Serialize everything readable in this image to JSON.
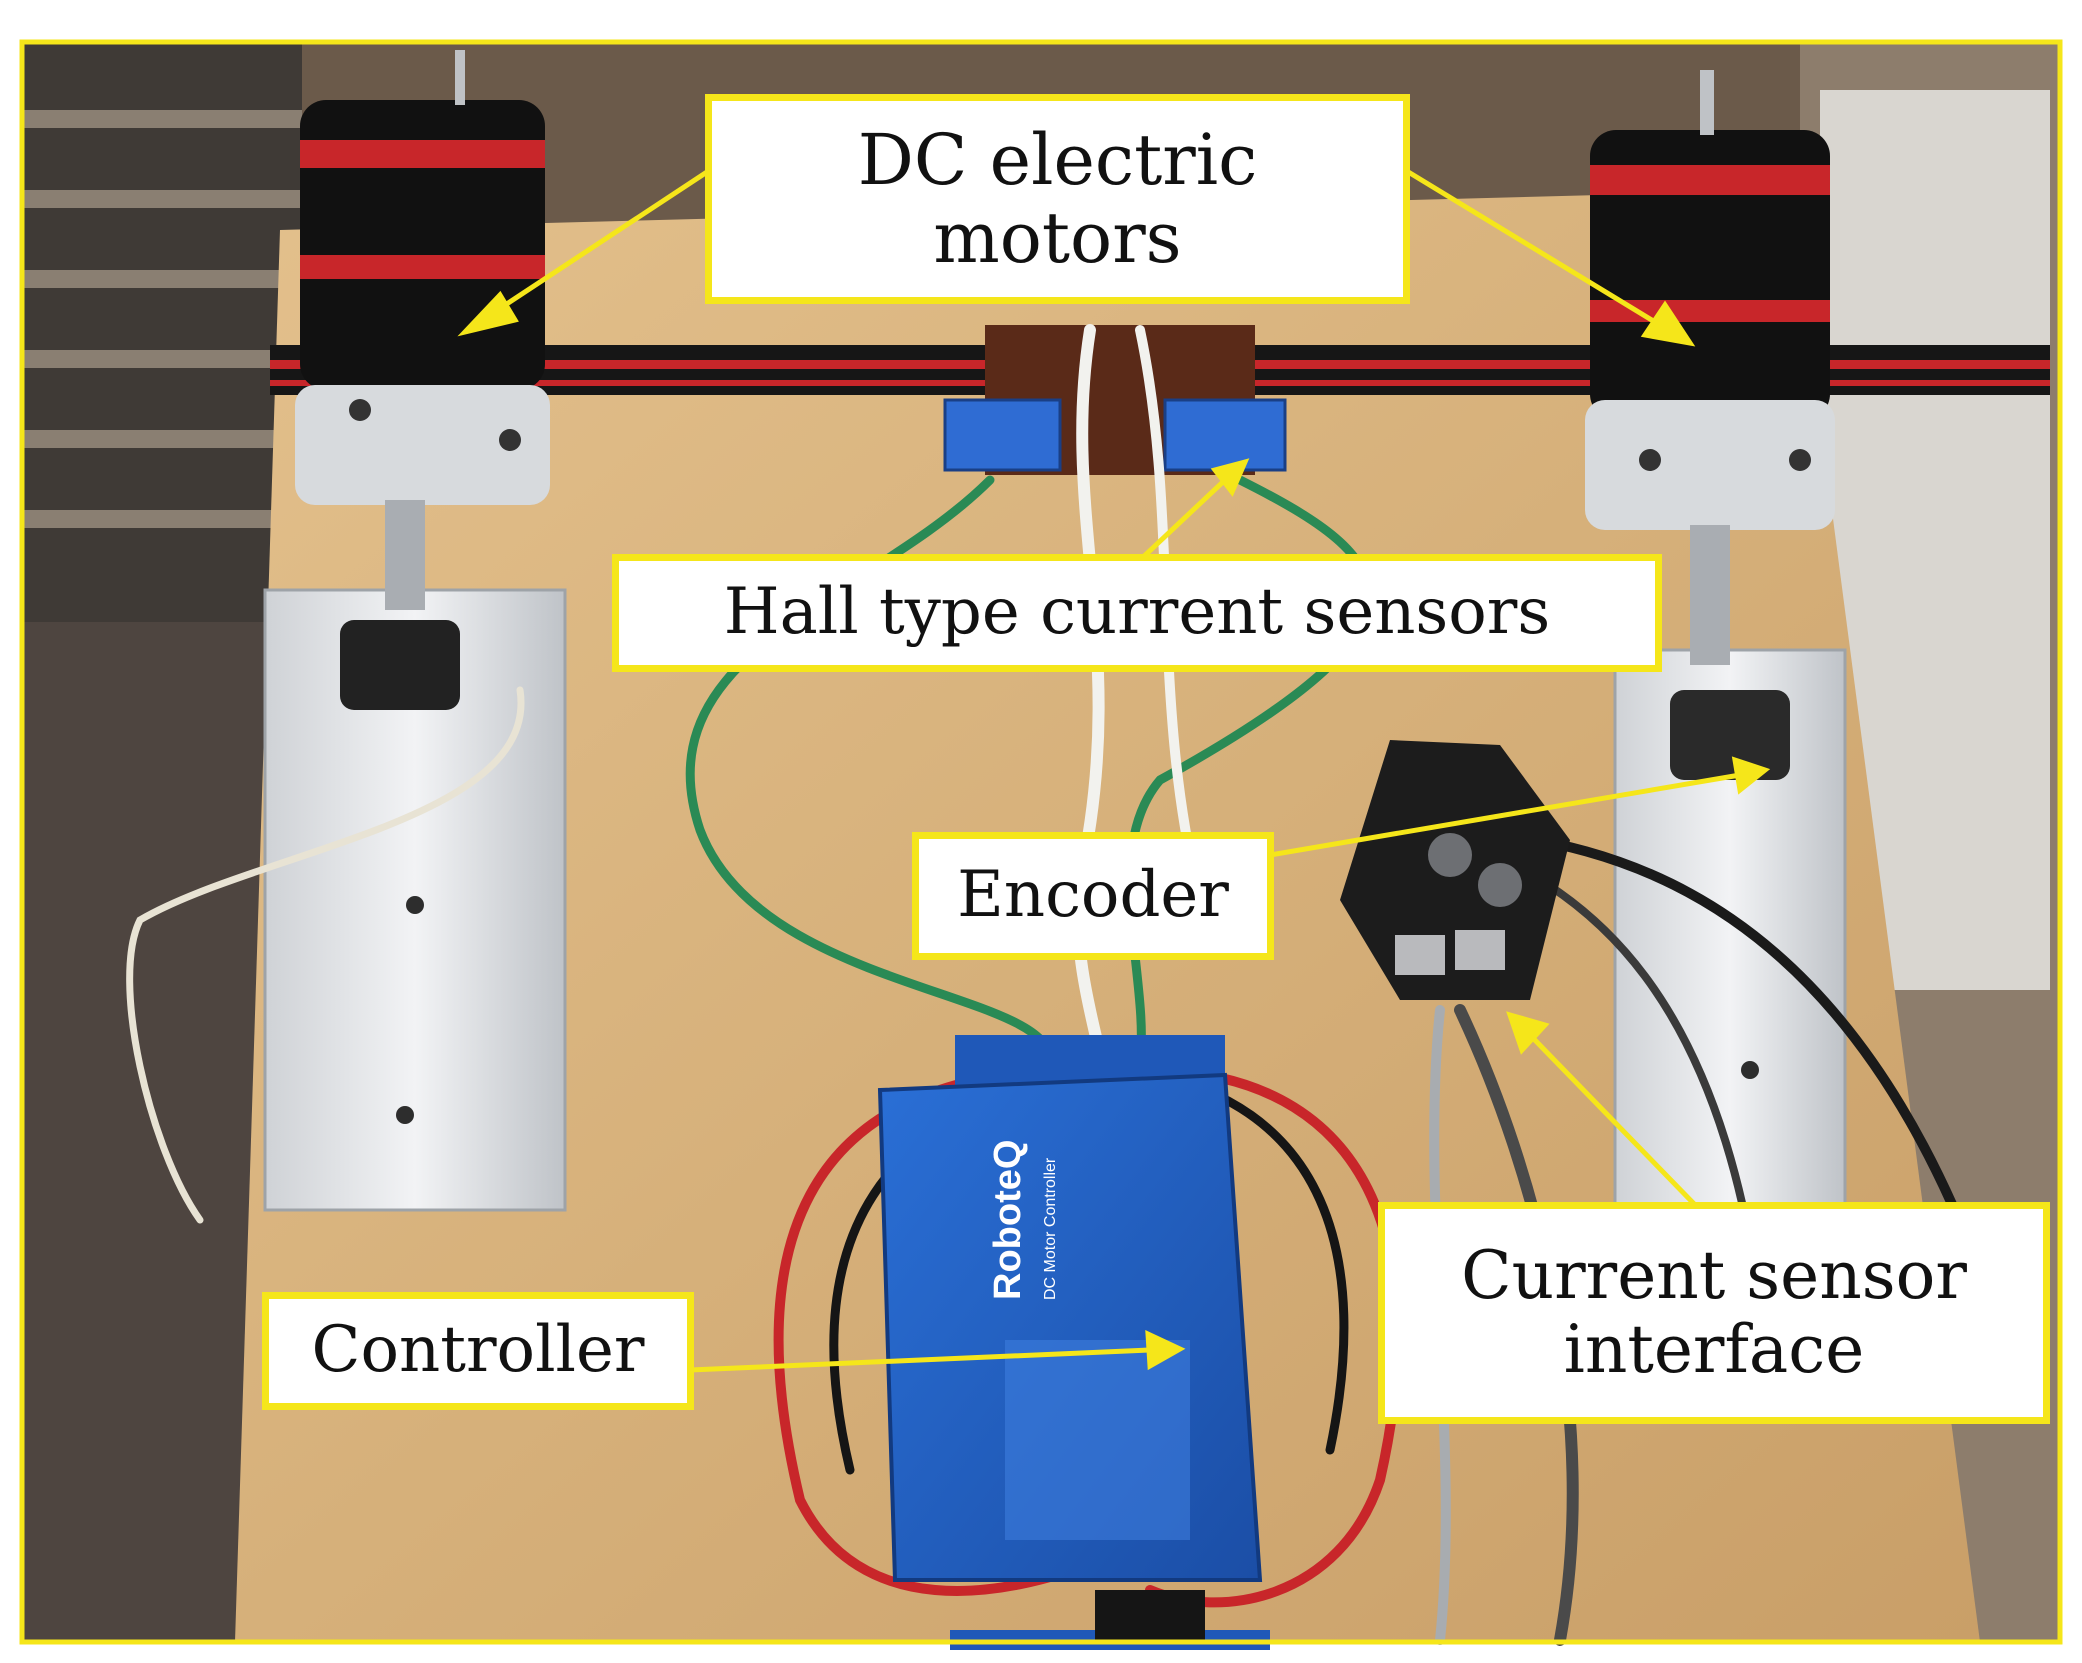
{
  "labels": {
    "dc_motors": [
      "DC electric",
      "motors"
    ],
    "hall_sensors": "Hall type current sensors",
    "encoder": "Encoder",
    "controller": "Controller",
    "current_interface": [
      "Current sensor",
      "interface"
    ]
  },
  "device_text": {
    "brand": "RoboteQ",
    "model": "DC Motor Controller"
  },
  "colors": {
    "frame": "#f5e61a",
    "arrow": "#f5e61a",
    "board": "#d9b57e",
    "motor": "#111111",
    "stripe": "#c8262a",
    "controller": "#1f58b8"
  }
}
